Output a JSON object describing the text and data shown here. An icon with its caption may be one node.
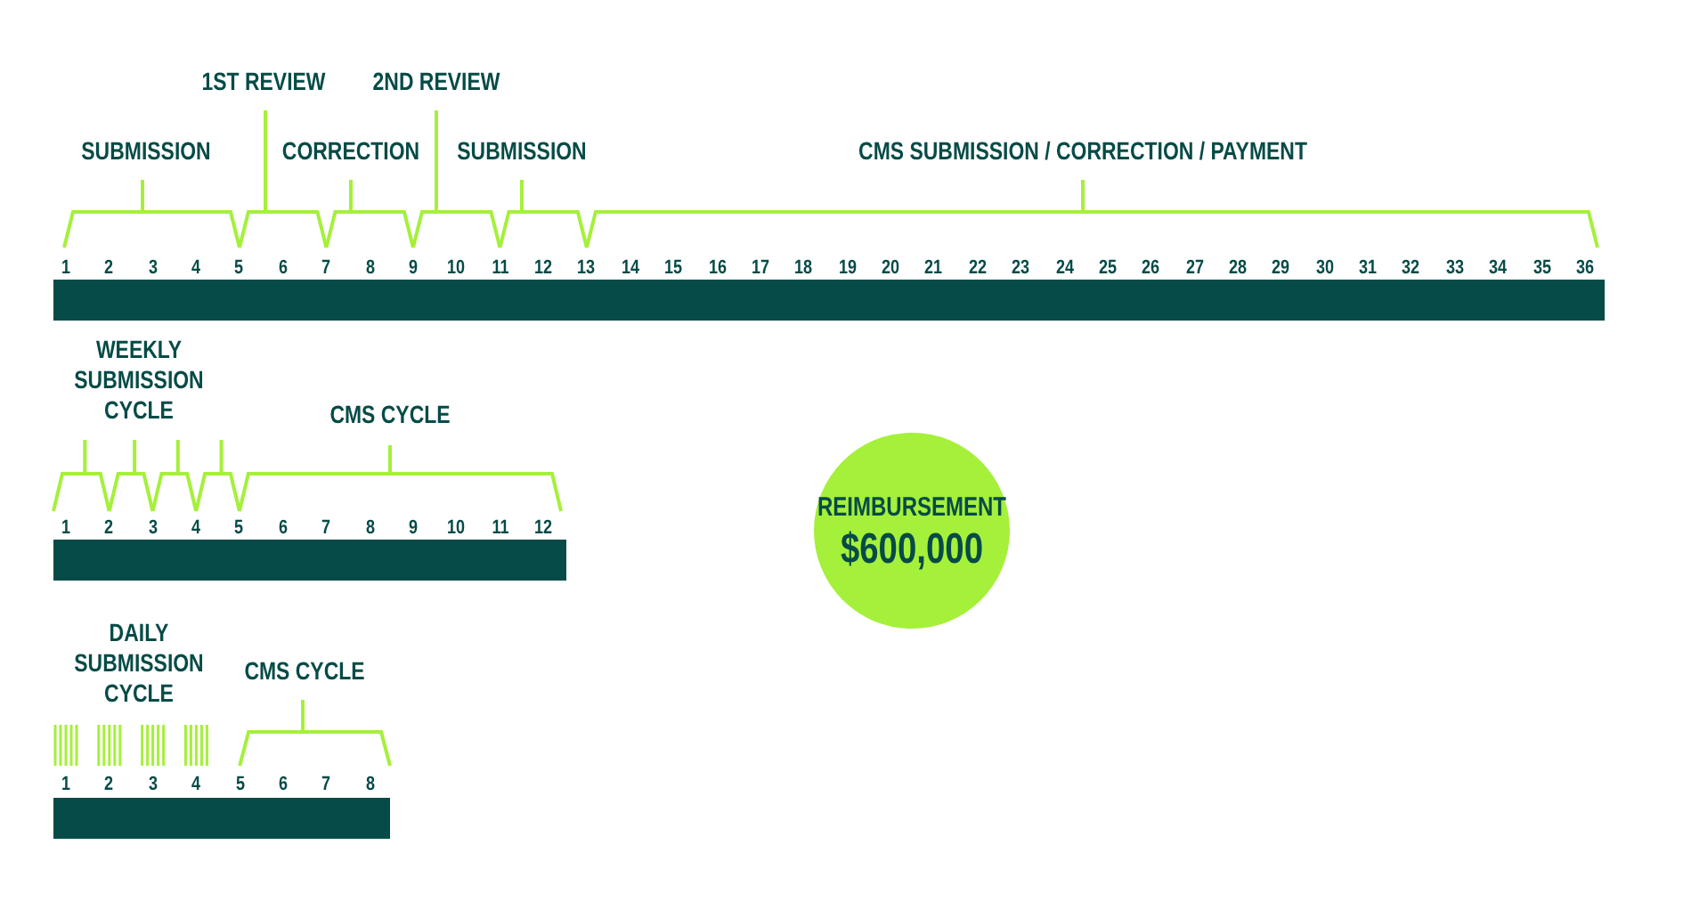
{
  "diagram": {
    "nodes": [
      {
        "text": [],
        "shape": "bar"
      },
      {
        "text": [],
        "shape": "bar"
      },
      {
        "text": [
          "REIMBURSEMENT",
          "$600,000"
        ]
      },
      {
        "text": [],
        "shape": "bar"
      }
    ],
    "labels": [
      "1ST REVIEW",
      "2ND REVIEW",
      "SUBMISSION",
      "CORRECTION",
      "SUBMISSION",
      "CMS SUBMISSION / CORRECTION / PAYMENT",
      "1",
      "2",
      "3",
      "4",
      "5",
      "6",
      "7",
      "8",
      "9",
      "10",
      "11",
      "12",
      "13",
      "14",
      "15",
      "16",
      "17",
      "18",
      "19",
      "20",
      "21",
      "22",
      "23",
      "24",
      "25",
      "26",
      "27",
      "28",
      "29",
      "30",
      "31",
      "32",
      "33",
      "34",
      "35",
      "36",
      "WEEKLY SUBMISSION CYCLE",
      "CMS CYCLE",
      "1",
      "2",
      "3",
      "4",
      "5",
      "6",
      "7",
      "8",
      "9",
      "10",
      "11",
      "12",
      "DAILY SUBMISSION CYCLE",
      "CMS CYCLE",
      "1",
      "2",
      "3",
      "4",
      "5",
      "6",
      "7",
      "8"
    ]
  }
}
